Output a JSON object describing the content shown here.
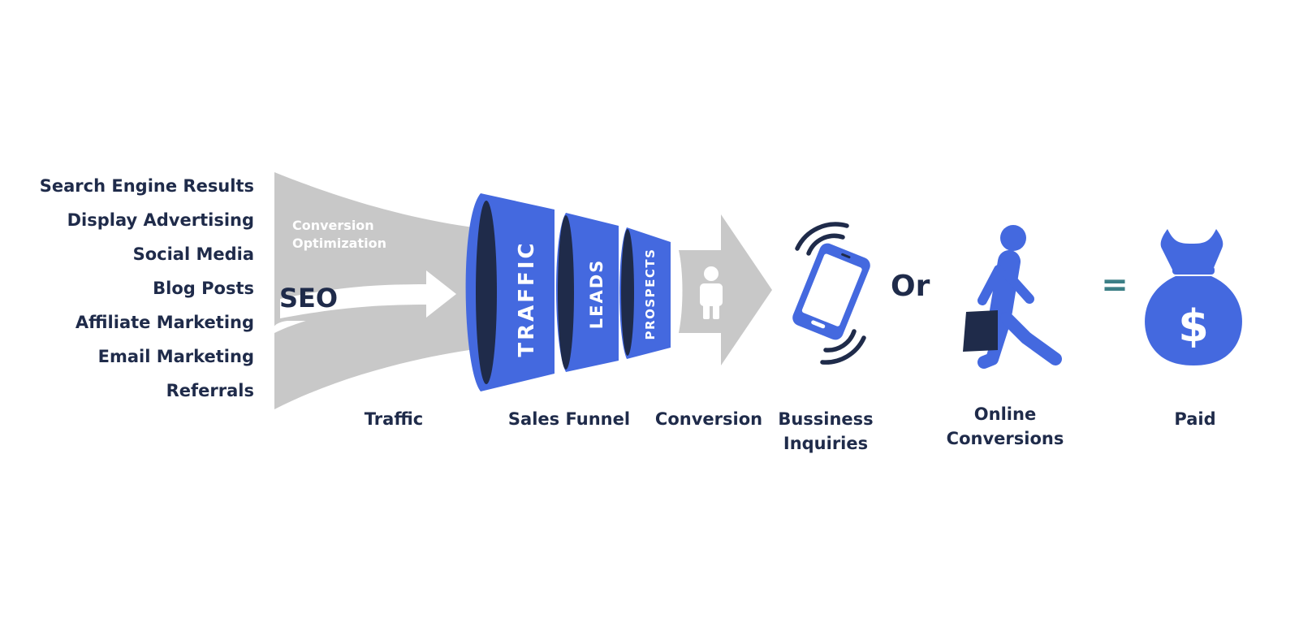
{
  "sources": [
    "Search Engine Results",
    "Display Advertising",
    "Social Media",
    "Blog Posts",
    "Affiliate Marketing",
    "Email Marketing",
    "Referrals"
  ],
  "seo_label": "SEO",
  "conversion_optimization": [
    "Conversion",
    "Optimization"
  ],
  "funnel": {
    "traffic": "TRAFFIC",
    "leads": "LEADS",
    "prospects": "PROSPECTS"
  },
  "operators": {
    "or": "Or",
    "equals": "="
  },
  "money_symbol": "$",
  "captions": {
    "traffic": "Traffic",
    "sales_funnel": "Sales Funnel",
    "conversion": "Conversion",
    "business_inquiries": [
      "Bussiness",
      "Inquiries"
    ],
    "online_conversions": [
      "Online",
      "Conversions"
    ],
    "paid": "Paid"
  },
  "colors": {
    "brand_blue": "#4469df",
    "navy": "#1f2b4a",
    "gray": "#c8c8c8",
    "equals_teal": "#3c7f86"
  },
  "icons": [
    "person-icon",
    "phone-icon",
    "walking-shopper-icon",
    "money-bag-icon"
  ]
}
